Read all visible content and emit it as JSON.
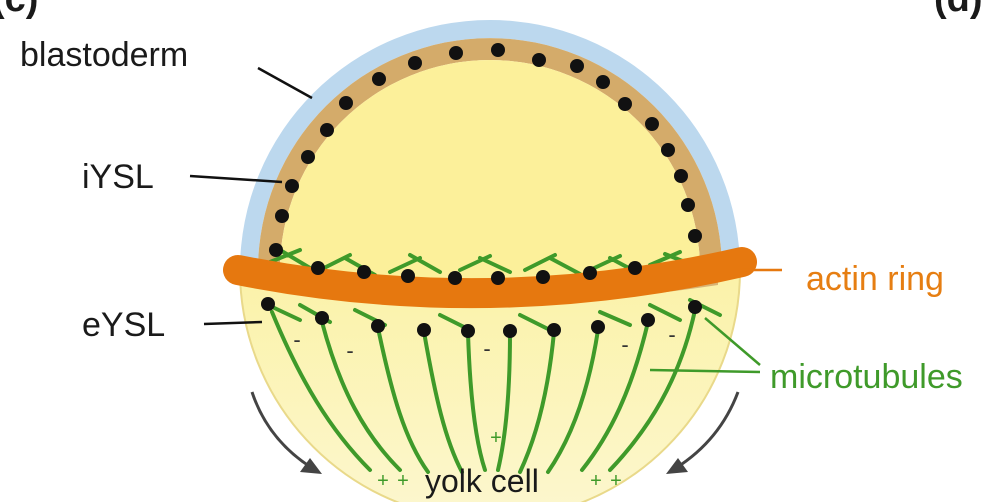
{
  "panel_left": "(c)",
  "panel_right": "(d)",
  "labels": {
    "blastoderm": "blastoderm",
    "iysl": "iYSL",
    "eysl": "eYSL",
    "actin_ring": "actin ring",
    "microtubules": "microtubules",
    "yolk_cell": "yolk cell"
  },
  "signs": {
    "plus": "+",
    "minus": "-"
  },
  "colors": {
    "blastoderm": "#b9d6ee",
    "iysl_band": "#d4ab6a",
    "yolk_upper": "#fbf09a",
    "yolk_lower": "#fcf6c4",
    "actin": "#e6780f",
    "microtubule": "#3f9a2a",
    "nuclei": "#111111"
  }
}
